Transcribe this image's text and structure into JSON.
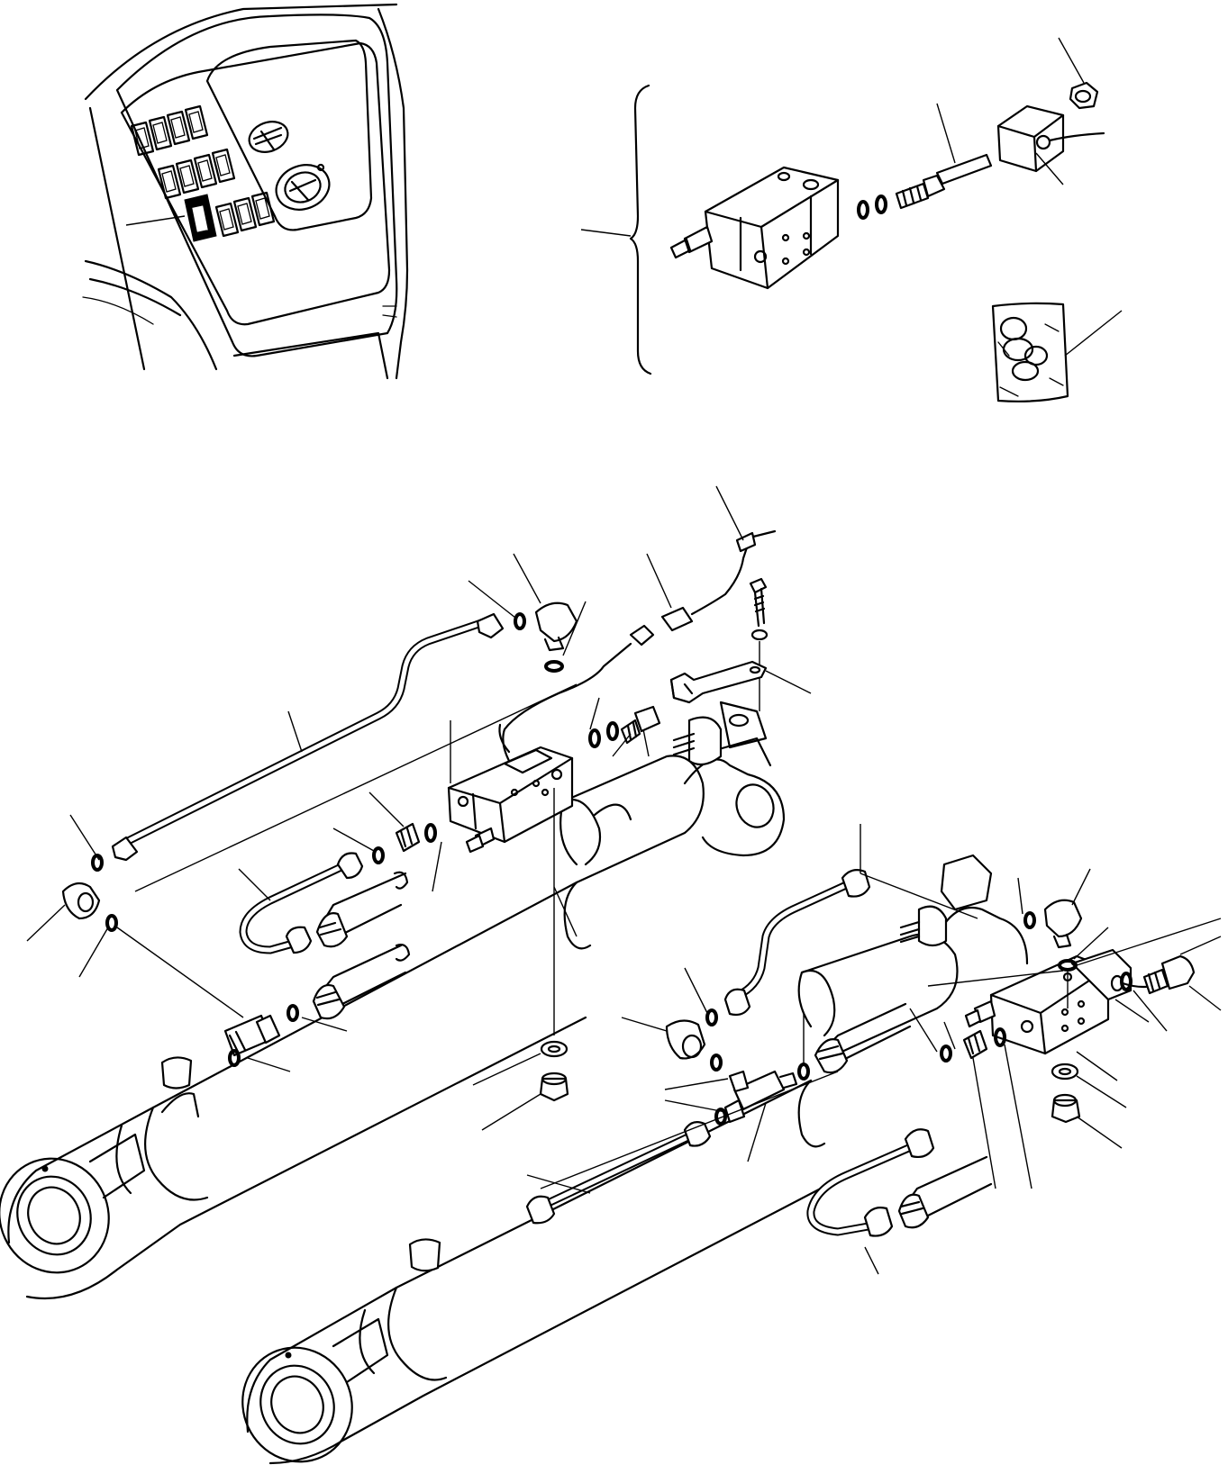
{
  "figure": {
    "kind": "exploded parts diagram",
    "line_color": "#000000",
    "background": "#ffffff",
    "text_labels": []
  },
  "parts": {
    "console_panel": "switch-console-panel",
    "selector_switch": "rocker-switch",
    "valve_block": "hydraulic-valve-block",
    "pressure_switch": "pressure-switch",
    "sensor_connector": "sensor-connector-box",
    "cap_nut": "cap-nut",
    "seal_kit": "seal-kit-bag",
    "cylinders": [
      "upper-hydraulic-cylinder",
      "lower-hydraulic-cylinder"
    ]
  }
}
